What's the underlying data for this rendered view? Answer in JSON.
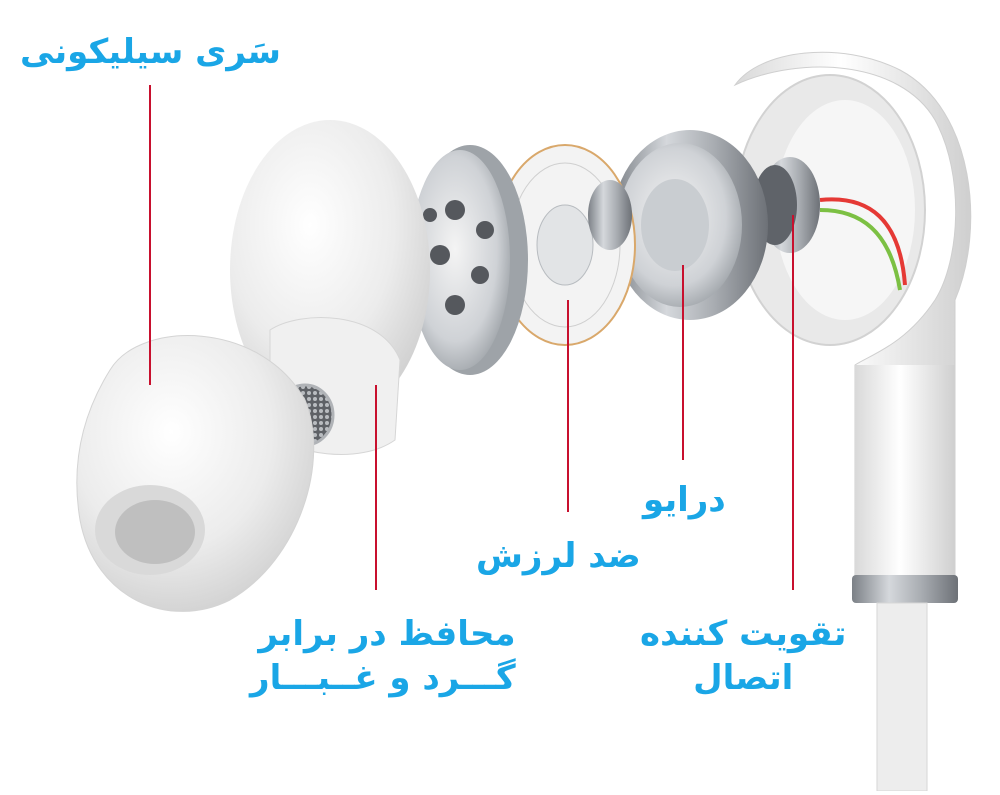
{
  "labels": {
    "silicone_tip": "سَری سیلیکونی",
    "driver": "درایو",
    "anti_vibration": "ضد لرزش",
    "dust_guard": {
      "line1": "محافظ در برابر",
      "line2": "گـــرد و غــبـــار"
    },
    "connection_booster": {
      "line1": "تقویت کننده",
      "line2": "اتصال"
    }
  },
  "colors": {
    "label_text": "#1aa6e6",
    "leader_line": "#c8102e",
    "wire_red": "#e53935",
    "wire_green": "#7cc043",
    "metal": "#9ea3a8",
    "body_white": "#f2f2f2"
  }
}
